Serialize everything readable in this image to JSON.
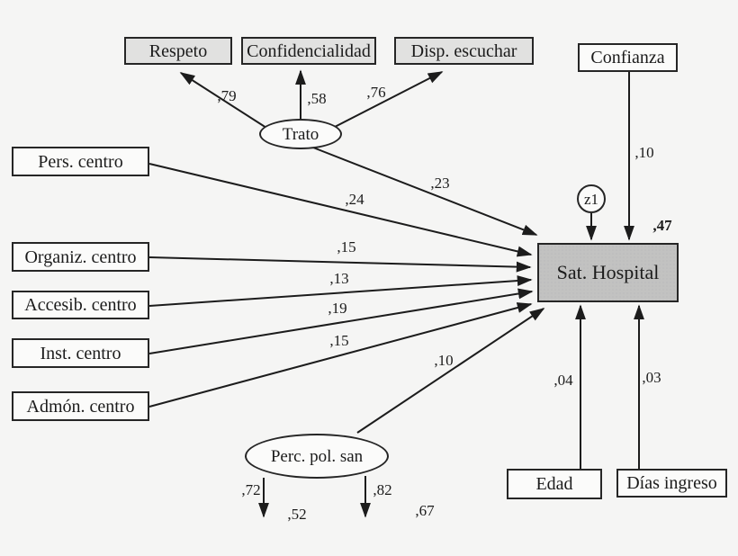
{
  "diagram": {
    "type": "structural-equation-path-model",
    "nodes": {
      "respeto": "Respeto",
      "confidencialidad": "Confidencialidad",
      "disp_escuchar": "Disp. escuchar",
      "confianza": "Confianza",
      "pers_centro": "Pers. centro",
      "organiz_centro": "Organiz. centro",
      "accesib_centro": "Accesib. centro",
      "inst_centro": "Inst. centro",
      "admon_centro": "Admón. centro",
      "trato": "Trato",
      "perc_pol_san": "Perc. pol. san",
      "z1": "z1",
      "sat_hospital": "Sat. Hospital",
      "edad": "Edad",
      "dias_ingreso": "Días ingreso"
    },
    "coefficients": {
      "trato_respeto": ",79",
      "trato_confidencialidad": ",58",
      "trato_disp_escuchar": ",76",
      "trato_sat": ",23",
      "pers_sat": ",24",
      "organiz_sat": ",15",
      "accesib_sat": ",13",
      "inst_sat": ",19",
      "admon_sat": ",15",
      "perc_sat": ",10",
      "confianza_sat": ",10",
      "sat_r2": ",47",
      "edad_sat": ",04",
      "dias_sat": ",03",
      "perc_ind_left": ",72",
      "perc_ind_right": ",82",
      "perc_ind_left_r2": ",52",
      "perc_ind_right_r2": ",67"
    },
    "colors": {
      "background": "#f5f5f4",
      "line": "#1c1c1c",
      "shaded_box_fill": "#e1e1e0",
      "outcome_box_fill": "#c2c2c1",
      "plain_box_fill": "#fbfbfa"
    }
  }
}
